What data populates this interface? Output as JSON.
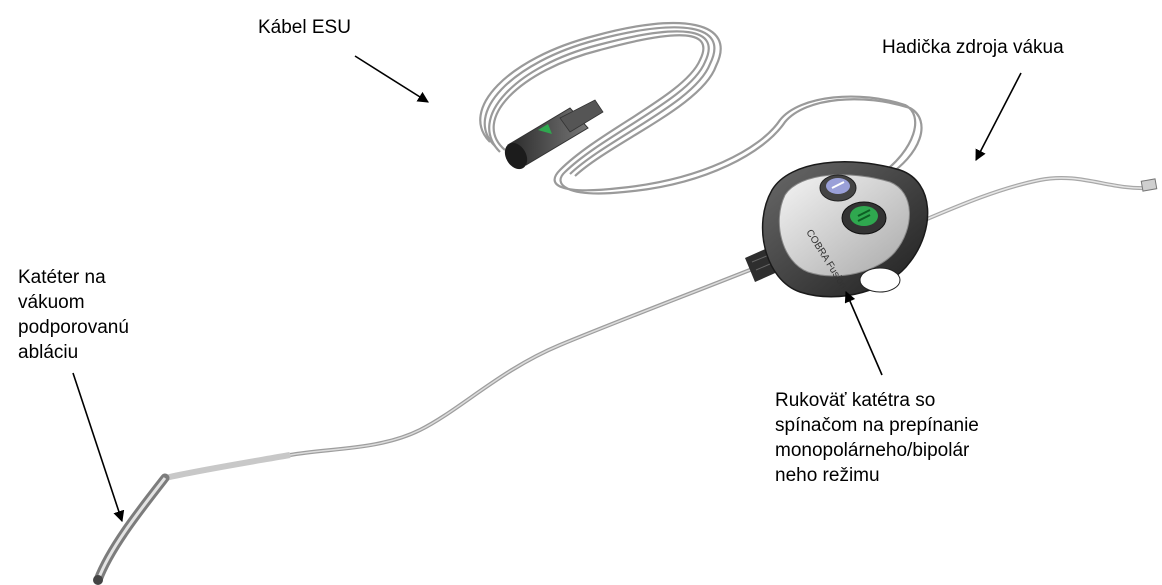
{
  "labels": {
    "esu_cable": "Kábel ESU",
    "vacuum_tube": "Hadička zdroja vákua",
    "catheter": "Katéter na\nvákuom\npodporovanú\nabláciu",
    "handle": "Rukoväť katétra so\nspínačom na prepínanie\nmonopolárneho/bipolár\nneho režimu"
  },
  "product": {
    "brand_text": "COBRA Fusion"
  },
  "colors": {
    "text": "#000000",
    "cable": "#9a9a9a",
    "handle_body": "#3d3d3d",
    "handle_face": "#d9d9d9",
    "button_accent": "#2fa84f",
    "button_top_accent": "#8a8fd0"
  },
  "icons": {
    "arrow": "arrow-icon"
  }
}
